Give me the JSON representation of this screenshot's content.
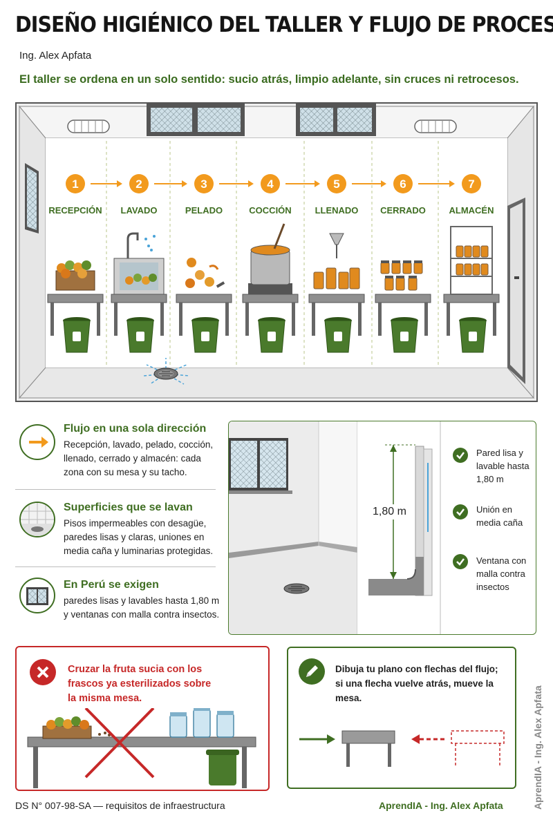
{
  "header": {
    "title": "DISEÑO HIGIÉNICO DEL TALLER Y FLUJO DE PROCESO",
    "author": "Ing. Alex Apfata",
    "subtitle": "El taller se ordena en un solo sentido: sucio atrás, limpio adelante, sin cruces ni retrocesos."
  },
  "flow": {
    "stages": [
      {
        "number": "1",
        "label": "RECEPCIÓN"
      },
      {
        "number": "2",
        "label": "LAVADO"
      },
      {
        "number": "3",
        "label": "PELADO"
      },
      {
        "number": "4",
        "label": "COCCIÓN"
      },
      {
        "number": "5",
        "label": "LLENADO"
      },
      {
        "number": "6",
        "label": "CERRADO"
      },
      {
        "number": "7",
        "label": "ALMACÉN"
      }
    ]
  },
  "info": [
    {
      "title": "Flujo en una sola dirección",
      "text": "Recepción, lavado, pelado, cocción, llenado, cerrado y almacén: cada zona con su mesa y su tacho.",
      "icon": "arrow-right-icon"
    },
    {
      "title": "Superficies que se lavan",
      "text": "Pisos impermeables con desagüe, paredes lisas y claras, uniones en media caña y luminarias protegidas.",
      "icon": "tiled-floor-drain-icon"
    },
    {
      "title": "En Perú se exigen",
      "text": "paredes lisas y lavables hasta 1,80 m y ventanas con malla contra insectos.",
      "icon": "window-mesh-icon"
    }
  ],
  "wall_detail": {
    "height_label": "1,80 m",
    "checks": [
      "Pared lisa y lavable hasta 1,80 m",
      "Unión en media caña",
      "Ventana con malla contra insectos"
    ]
  },
  "warning": {
    "text": "Cruzar la fruta sucia con los frascos ya esterilizados sobre la misma mesa."
  },
  "tip": {
    "text": "Dibuja tu plano con flechas del flujo; si una flecha vuelve atrás, mueve la mesa."
  },
  "footer": {
    "reference": "DS N° 007-98-SA — requisitos de infraestructura",
    "brand": "AprendIA - Ing. Alex Apfata",
    "watermark": "AprendIA - Ing. Alex Apfata"
  },
  "colors": {
    "accent_green": "#3f6e22",
    "step_orange": "#f29a1d",
    "warning_red": "#c62828",
    "bin_green": "#4a7a2c"
  }
}
